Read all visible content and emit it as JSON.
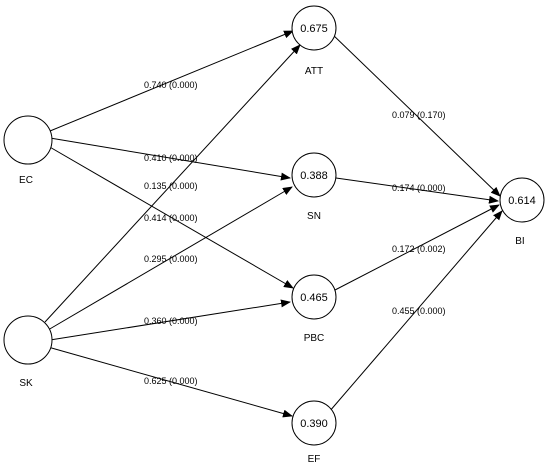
{
  "nodes": {
    "EC": {
      "label": "EC",
      "value": ""
    },
    "SK": {
      "label": "SK",
      "value": ""
    },
    "ATT": {
      "label": "ATT",
      "value": "0.675"
    },
    "SN": {
      "label": "SN",
      "value": "0.388"
    },
    "PBC": {
      "label": "PBC",
      "value": "0.465"
    },
    "EF": {
      "label": "EF",
      "value": "0.390"
    },
    "BI": {
      "label": "BI",
      "value": "0.614"
    }
  },
  "edges": {
    "EC_ATT": {
      "from": "EC",
      "to": "ATT",
      "label": "0.740 (0.000)"
    },
    "EC_SN": {
      "from": "EC",
      "to": "SN",
      "label": "0.410 (0.000)"
    },
    "SK_ATT": {
      "from": "SK",
      "to": "ATT",
      "label": "0.135 (0.000)"
    },
    "EC_PBC": {
      "from": "EC",
      "to": "PBC",
      "label": "0.414 (0.000)"
    },
    "SK_SN": {
      "from": "SK",
      "to": "SN",
      "label": "0.295 (0.000)"
    },
    "SK_PBC": {
      "from": "SK",
      "to": "PBC",
      "label": "0.360 (0.000)"
    },
    "SK_EF": {
      "from": "SK",
      "to": "EF",
      "label": "0.625 (0.000)"
    },
    "ATT_BI": {
      "from": "ATT",
      "to": "BI",
      "label": "0.079 (0.170)"
    },
    "SN_BI": {
      "from": "SN",
      "to": "BI",
      "label": "0.174 (0.000)"
    },
    "PBC_BI": {
      "from": "PBC",
      "to": "BI",
      "label": "0.172 (0.002)"
    },
    "EF_BI": {
      "from": "EF",
      "to": "BI",
      "label": "0.455 (0.000)"
    }
  }
}
